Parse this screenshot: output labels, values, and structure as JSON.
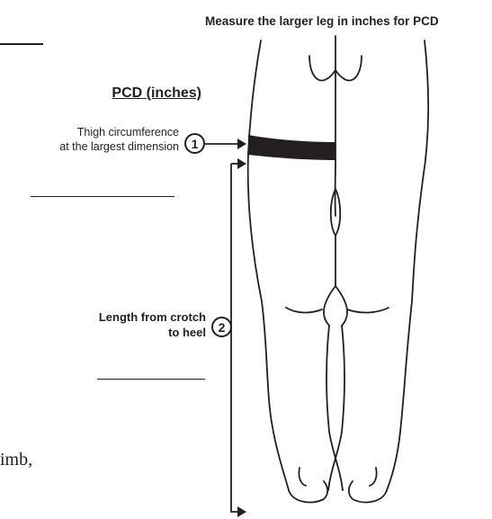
{
  "header": {
    "instruction": "Measure the larger leg in inches for PCD"
  },
  "section": {
    "title": "PCD (inches)"
  },
  "measurements": [
    {
      "number": "1",
      "label_lines": [
        "Thigh circumference",
        "at the largest dimension"
      ]
    },
    {
      "number": "2",
      "label_lines": [
        "Length from crotch",
        "to heel"
      ]
    }
  ],
  "body_text_fragment": "imb,",
  "colors": {
    "ink": "#231f20",
    "band": "#231f20",
    "background": "#ffffff"
  }
}
